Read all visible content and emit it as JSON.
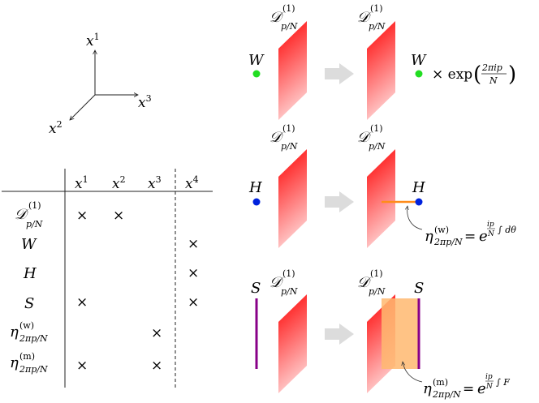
{
  "axes": {
    "x1": {
      "base": "x",
      "sup": "1"
    },
    "x2": {
      "base": "x",
      "sup": "2"
    },
    "x3": {
      "base": "x",
      "sup": "3"
    }
  },
  "table": {
    "columns": [
      "x¹",
      "x²",
      "x³",
      "x⁴"
    ],
    "rows": [
      {
        "label": "D_{p/N}^{(1)}",
        "marks": [
          "×",
          "×",
          "",
          ""
        ]
      },
      {
        "label": "W",
        "marks": [
          "",
          "",
          "",
          "×"
        ]
      },
      {
        "label": "H",
        "marks": [
          "",
          "",
          "",
          "×"
        ]
      },
      {
        "label": "S",
        "marks": [
          "×",
          "",
          "",
          "×"
        ]
      },
      {
        "label": "η_{2πp/N}^{(w)}",
        "marks": [
          "",
          "",
          "×",
          ""
        ]
      },
      {
        "label": "η_{2πp/N}^{(m)}",
        "marks": [
          "×",
          "",
          "×",
          ""
        ]
      }
    ]
  },
  "panels": {
    "row1": {
      "defect_label": "D_{p/N}^{(1)}",
      "operator_label": "W",
      "phase_factor": "× exp(2πip/N)"
    },
    "row2": {
      "defect_label": "D_{p/N}^{(1)}",
      "operator_label": "H",
      "result_label": "η_{2πp/N}^{(w)} = e^{(ip/N)∫dθ}"
    },
    "row3": {
      "defect_label": "D_{p/N}^{(1)}",
      "operator_label": "S",
      "result_label": "η_{2πp/N}^{(m)} = e^{(ip/N)∫F}"
    }
  },
  "colors": {
    "defect_red": "#ff0000",
    "wilson_green": "#22dd22",
    "higgs_blue": "#0022dd",
    "surface_purple": "#880088",
    "line_orange": "#ff8c1a",
    "sheet_orange": "#ffb870",
    "arrow_gray": "#dcdcdc"
  }
}
